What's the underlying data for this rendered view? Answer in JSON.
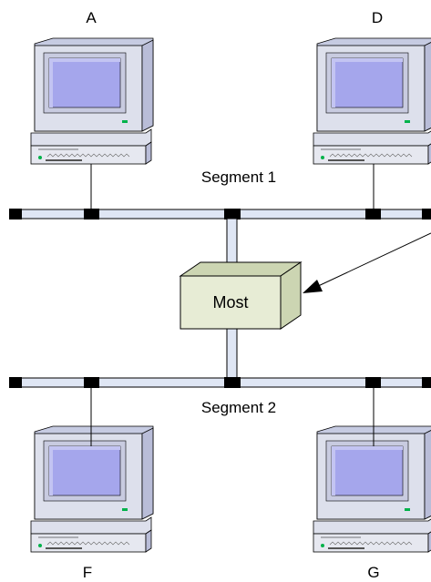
{
  "segments": [
    {
      "label": "Segment 1"
    },
    {
      "label": "Segment 2"
    }
  ],
  "device": {
    "label": "Most"
  },
  "computers": [
    {
      "label": "A"
    },
    {
      "label": "D"
    },
    {
      "label": "F"
    },
    {
      "label": "G"
    }
  ],
  "colors": {
    "monitor_body": "#dde0ec",
    "monitor_side": "#b9bdd8",
    "screen": "#a5a6ec",
    "cable_fill": "#dfe6f4",
    "device_face": "#e7ecd5",
    "device_side": "#ccd5b2",
    "connector": "#000000",
    "led": "#00b24a"
  }
}
